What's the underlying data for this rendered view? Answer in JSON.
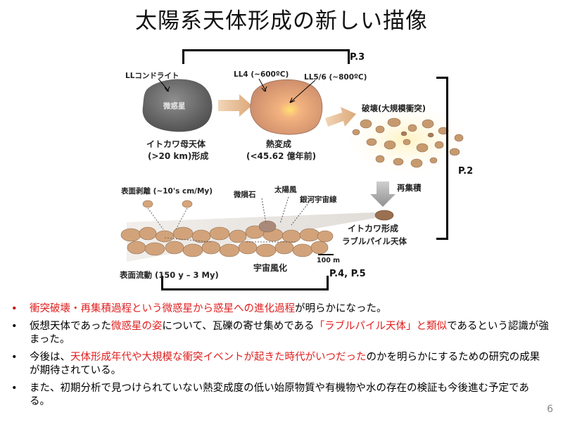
{
  "title": "太陽系天体形成の新しい描像",
  "diagram": {
    "ll_chondrite": "LLコンドライト",
    "planetesimal": "微惑星",
    "ll4": "LL4 (~600ºC)",
    "ll56": "LL5/6 (~800ºC)",
    "parent_body_line1": "イトカワ母天体",
    "parent_body_line2": "(>20 km)形成",
    "thermal_line1": "熱変成",
    "thermal_line2": "(<45.62 億年前)",
    "destruction": "破壊(大規模衝突)",
    "reaccumulation": "再集積",
    "itokawa_formation": "イトカワ形成",
    "rubble_pile": "ラブルパイル天体",
    "surface_exfoliation": "表面剥離 (~10's cm/My)",
    "micrometeorite": "微隕石",
    "solar_wind": "太陽風",
    "cosmic_rays": "銀河宇宙線",
    "surface_flow": "表面流動 (150 y – 3 My)",
    "space_weathering": "宇宙風化",
    "scale_bar": "100 m"
  },
  "page_refs": {
    "p3": "P.3",
    "p2": "P.2",
    "p45": "P.4, P.5"
  },
  "bullets": [
    {
      "parts": [
        {
          "t": "衝突破壊・再集積過程という微惑星から惑星への進化過程",
          "hl": true
        },
        {
          "t": "が明らかになった。",
          "hl": false
        }
      ]
    },
    {
      "parts": [
        {
          "t": "仮想天体であった",
          "hl": false
        },
        {
          "t": "微惑星の姿",
          "hl": true
        },
        {
          "t": "について、瓦礫の寄せ集めである",
          "hl": false
        },
        {
          "t": "「ラブルパイル天体」と類似",
          "hl": true
        },
        {
          "t": "であるという認識が強まった。",
          "hl": false
        }
      ]
    },
    {
      "parts": [
        {
          "t": "今後は、",
          "hl": false
        },
        {
          "t": "天体形成年代や大規模な衝突イベントが起きた時代がいつだった",
          "hl": true
        },
        {
          "t": "のかを明らかにするための研究の成果が期待されている。",
          "hl": false
        }
      ]
    },
    {
      "parts": [
        {
          "t": "また、初期分析で見つけられていない熱変成度の低い始原物質や有機物や水の存在の検証も今後進む予定である。",
          "hl": false
        }
      ]
    }
  ],
  "bullet_symbol": "•",
  "page_number": "6",
  "colors": {
    "highlight": "#e02020",
    "first_bullet_dot": "#c00000"
  }
}
